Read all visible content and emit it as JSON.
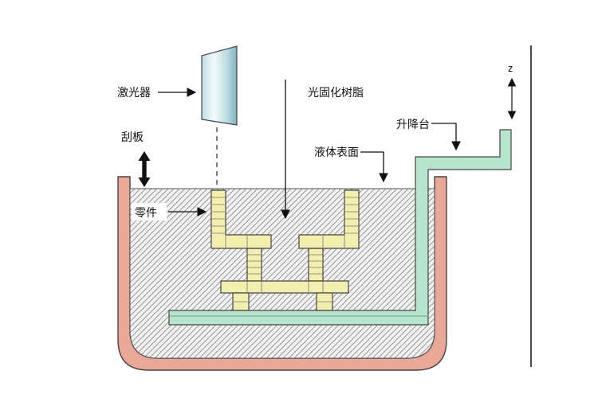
{
  "diagram": {
    "labels": {
      "laser": "激光器",
      "scraper": "刮板",
      "resin": "光固化树脂",
      "liquid_surface": "液体表面",
      "elevator": "升降台",
      "part": "零件",
      "z_axis": "z"
    },
    "colors": {
      "vat": "#E9A898",
      "platform": "#B7E4CC",
      "part_fill": "#F3EFAE",
      "laser_light": "#F2FAFB",
      "laser_mid": "#BFDDE2",
      "laser_dark": "#7FB2BD",
      "hatch_line": "#9A9A9A",
      "hatch_bg": "#F2F2F2",
      "outline": "#333333"
    }
  }
}
